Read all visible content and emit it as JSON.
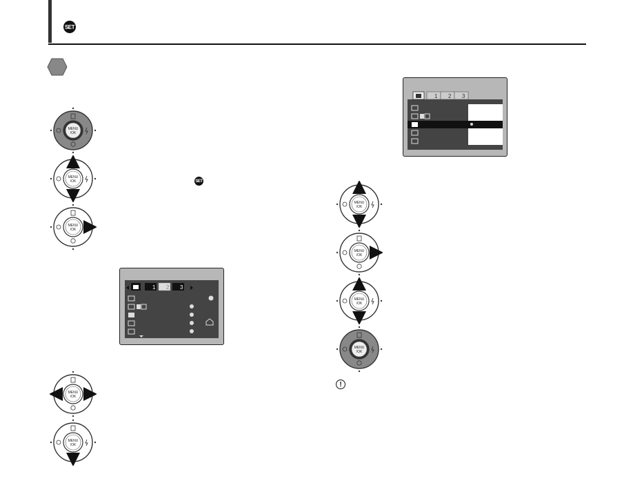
{
  "header": {
    "badge_label": "SET",
    "icon": "set-icon"
  },
  "section": {
    "marker_icon": "hexagon-icon"
  },
  "left_steps": [
    {
      "icon": "dpad-menu-ok-icon",
      "highlight": "center"
    },
    {
      "icon": "dpad-up-down-icon",
      "highlight": "up-down"
    },
    {
      "icon": "dpad-right-icon",
      "highlight": "right"
    }
  ],
  "inline_badge": "SET",
  "left_bottom_steps": [
    {
      "icon": "dpad-left-right-icon",
      "highlight": "left-right"
    },
    {
      "icon": "dpad-down-icon",
      "highlight": "down"
    }
  ],
  "right_steps": [
    {
      "icon": "dpad-up-down-icon",
      "highlight": "up-down"
    },
    {
      "icon": "dpad-right-icon",
      "highlight": "right"
    },
    {
      "icon": "dpad-up-down-icon",
      "highlight": "up-down"
    },
    {
      "icon": "dpad-menu-ok-icon",
      "highlight": "center"
    }
  ],
  "screen1": {
    "tabs": [
      "camera",
      "1",
      "2",
      "3"
    ]
  },
  "screen2": {
    "tabs": [
      "camera",
      "1",
      "2",
      "3"
    ]
  },
  "note": {
    "icon": "caution-icon",
    "symbol": "!"
  },
  "colors": {
    "badge": "#111111",
    "screen_bg": "#444444",
    "screen_frame": "#b7b7b7",
    "highlight": "#111111"
  }
}
